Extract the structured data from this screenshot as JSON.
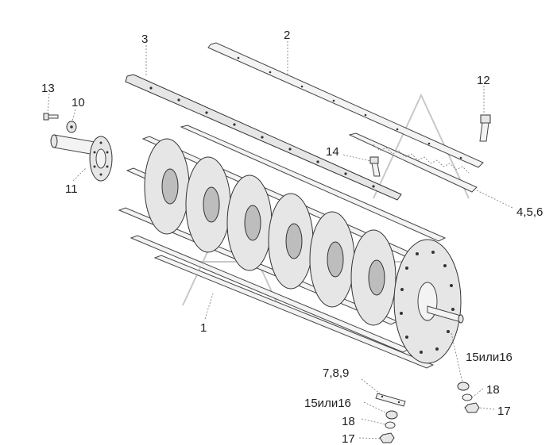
{
  "labels": {
    "l1": "1",
    "l2": "2",
    "l3": "3",
    "l456": "4,5,6",
    "l789": "7,8,9",
    "l10": "10",
    "l11": "11",
    "l12": "12",
    "l13": "13",
    "l14": "14",
    "l15a": "15или16",
    "l15b": "15или16",
    "l17a": "17",
    "l17b": "17",
    "l18a": "18",
    "l18b": "18"
  }
}
